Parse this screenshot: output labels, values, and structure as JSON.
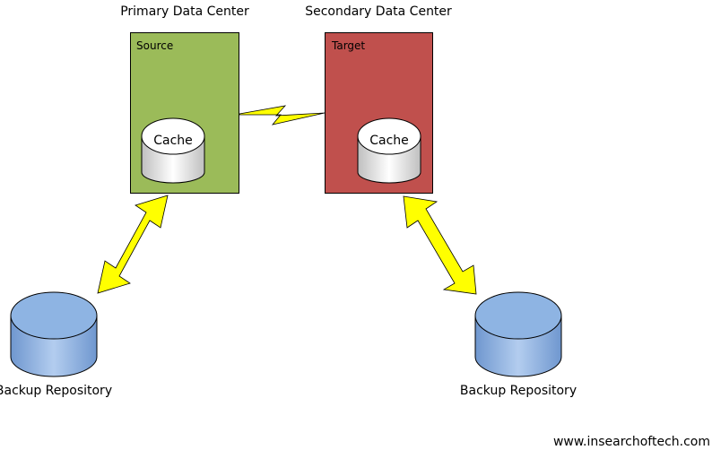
{
  "primary": {
    "heading": "Primary Data Center",
    "box_label": "Source",
    "cache_label": "Cache",
    "color": "#9BBB59"
  },
  "secondary": {
    "heading": "Secondary Data Center",
    "box_label": "Target",
    "cache_label": "Cache",
    "color": "#C0504D"
  },
  "repositories": [
    {
      "label": "Backup Repository"
    },
    {
      "label": "Backup Repository"
    }
  ],
  "repository_color": "#8EB4E3",
  "arrow_color": "#FFFF00",
  "link_icon": "lightning-bolt-icon",
  "footer": {
    "url": "www.insearchoftech.com"
  }
}
